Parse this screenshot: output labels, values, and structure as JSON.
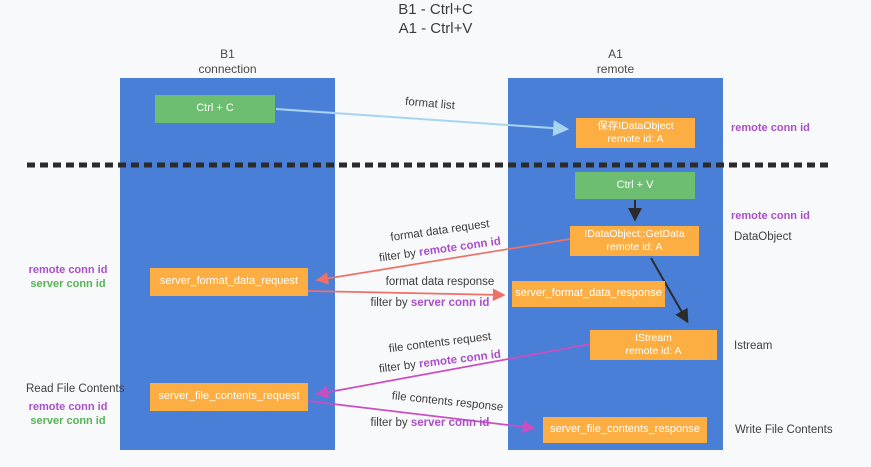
{
  "title": {
    "line1": "B1 - Ctrl+C",
    "line2": "A1 - Ctrl+V"
  },
  "lanes": {
    "left": {
      "name": "B1",
      "role": "connection"
    },
    "right": {
      "name": "A1",
      "role": "remote"
    }
  },
  "nodes": {
    "ctrl_c": {
      "label": "Ctrl + C"
    },
    "ctrl_v": {
      "label": "Ctrl + V"
    },
    "save_dataobject": {
      "line1": "保存IDataObject",
      "line2": "remote id: A"
    },
    "getdata": {
      "line1": "IDataObject::GetData",
      "line2": "remote id: A"
    },
    "istream": {
      "line1": "IStream",
      "line2": "remote id: A"
    },
    "server_format_data_request": {
      "label": "server_format_data_request"
    },
    "server_format_data_response": {
      "label": "server_format_data_response"
    },
    "server_file_contents_request": {
      "label": "server_file_contents_request"
    },
    "server_file_contents_response": {
      "label": "server_file_contents_response"
    }
  },
  "labels": {
    "format_list": "format list",
    "format_data_request": "format data request",
    "format_data_response": "format data response",
    "file_contents_request": "file contents request",
    "file_contents_response": "file contents response",
    "filter_by": "filter by",
    "remote_conn_id": "remote conn id",
    "server_conn_id": "server conn id",
    "dataobject": "DataObject",
    "istream": "Istream",
    "read_file_contents": "Read File Contents",
    "write_file_contents": "Write File Contents"
  },
  "colors": {
    "lane_blue": "#4a7fd8",
    "node_orange": "#fcae42",
    "node_green": "#6ebe71",
    "arrow_blue": "#a9d4f1",
    "arrow_red": "#ee7066",
    "arrow_magenta": "#cb4ec0",
    "arrow_black": "#2b2b2b",
    "text_purple": "#ab4fc8",
    "text_green": "#56b356",
    "background": "#f8f9fa"
  }
}
